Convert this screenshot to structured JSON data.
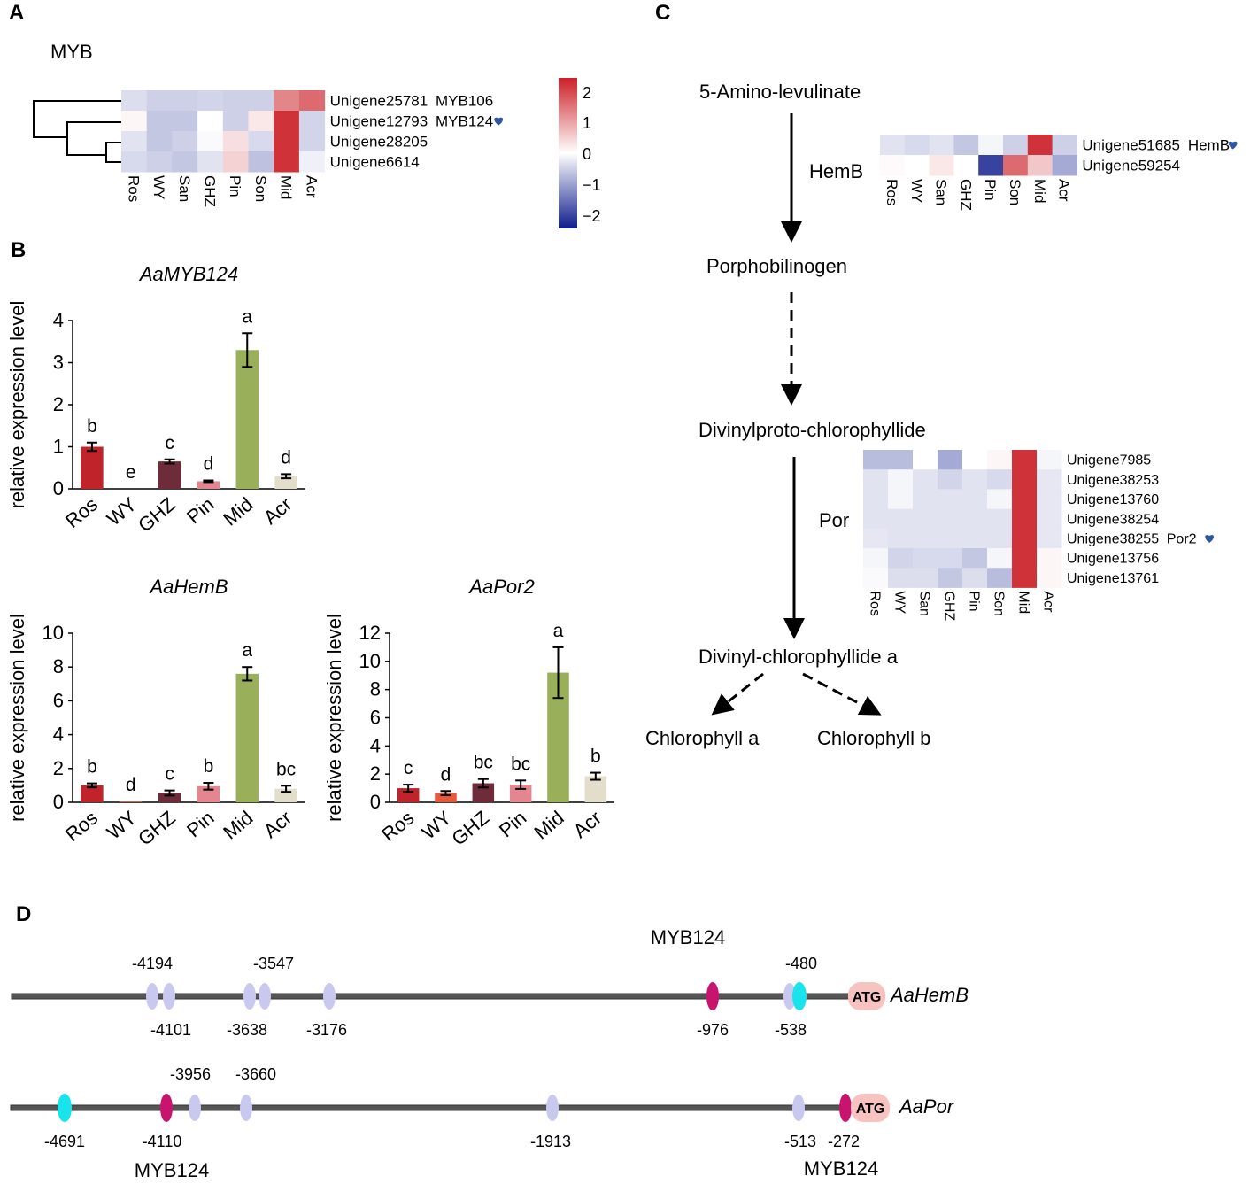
{
  "panels": {
    "A": {
      "letter": "A",
      "family": "MYB",
      "columns": [
        "Ros",
        "WY",
        "San",
        "GHZ",
        "Pin",
        "Son",
        "Mid",
        "Acr"
      ],
      "rows": [
        {
          "gene": "Unigene25781",
          "annotation": "MYB106",
          "marked": false,
          "values": [
            -0.35,
            -0.5,
            -0.5,
            -0.45,
            -0.5,
            -0.5,
            1.3,
            1.6
          ]
        },
        {
          "gene": "Unigene12793",
          "annotation": "MYB124",
          "marked": true,
          "values": [
            0.1,
            -0.6,
            -0.6,
            0.0,
            -0.5,
            0.25,
            2.2,
            -0.45
          ]
        },
        {
          "gene": "Unigene28205",
          "annotation": "",
          "marked": false,
          "values": [
            -0.3,
            -0.6,
            -0.5,
            -0.05,
            0.35,
            -0.4,
            2.2,
            -0.45
          ]
        },
        {
          "gene": "Unigene6614",
          "annotation": "",
          "marked": false,
          "values": [
            -0.4,
            -0.5,
            -0.6,
            -0.3,
            0.5,
            -0.65,
            2.2,
            -0.15
          ]
        }
      ],
      "colorbar": {
        "ticks": [
          "2",
          "1",
          "0",
          "−1",
          "−2"
        ],
        "min": -2.4,
        "max": 2.4,
        "colors": {
          "high": "#cb2027",
          "mid": "#ffffff",
          "low": "#0f1d8b"
        }
      }
    },
    "B": {
      "letter": "B",
      "ylabel": "relative expression level",
      "categories": [
        "Ros",
        "WY",
        "GHZ",
        "Pin",
        "Mid",
        "Acr"
      ],
      "bar_colors": [
        "#c0242a",
        "#e8583c",
        "#6e2b3a",
        "#e58590",
        "#9aaf5a",
        "#e3ddcb"
      ]
    },
    "C": {
      "letter": "C",
      "columns": [
        "Ros",
        "WY",
        "San",
        "GHZ",
        "Pin",
        "Son",
        "Mid",
        "Acr"
      ],
      "pathway": {
        "step1": "5-Amino-levulinate",
        "step2": "Porphobilinogen",
        "step3": "Divinylproto-chlorophyllide",
        "step4": "Divinyl-chlorophyllide a",
        "product_a": "Chlorophyll a",
        "product_b": "Chlorophyll b",
        "enzyme1": "HemB",
        "enzyme2": "Por"
      },
      "hemb_rows": [
        {
          "gene": "Unigene51685",
          "annotation": "HemB",
          "marked": true,
          "values": [
            -0.3,
            -0.4,
            -0.3,
            -0.6,
            -0.1,
            -0.5,
            2.2,
            -0.5
          ]
        },
        {
          "gene": "Unigene59254",
          "annotation": "",
          "marked": false,
          "values": [
            0.05,
            0.0,
            0.25,
            0.0,
            -2.0,
            1.6,
            0.6,
            -0.9
          ]
        }
      ],
      "por_rows": [
        {
          "gene": "Unigene7985",
          "annotation": "",
          "marked": false,
          "values": [
            -0.7,
            -0.7,
            0.0,
            -0.9,
            0.0,
            0.1,
            2.2,
            -0.1
          ]
        },
        {
          "gene": "Unigene38253",
          "annotation": "",
          "marked": false,
          "values": [
            -0.3,
            -0.1,
            -0.3,
            -0.45,
            -0.3,
            -0.4,
            2.2,
            -0.25
          ]
        },
        {
          "gene": "Unigene13760",
          "annotation": "",
          "marked": false,
          "values": [
            -0.3,
            -0.1,
            -0.3,
            -0.3,
            -0.3,
            -0.1,
            2.2,
            -0.25
          ]
        },
        {
          "gene": "Unigene38254",
          "annotation": "",
          "marked": false,
          "values": [
            -0.3,
            -0.3,
            -0.3,
            -0.3,
            -0.3,
            -0.3,
            2.2,
            -0.25
          ]
        },
        {
          "gene": "Unigene38255",
          "annotation": "Por2",
          "marked": true,
          "values": [
            -0.25,
            -0.3,
            -0.3,
            -0.3,
            -0.3,
            -0.3,
            2.2,
            -0.25
          ]
        },
        {
          "gene": "Unigene13756",
          "annotation": "",
          "marked": false,
          "values": [
            -0.1,
            -0.45,
            -0.4,
            -0.4,
            -0.6,
            -0.1,
            2.2,
            0.1
          ]
        },
        {
          "gene": "Unigene13761",
          "annotation": "",
          "marked": false,
          "values": [
            -0.05,
            -0.35,
            -0.35,
            -0.6,
            -0.35,
            -0.7,
            2.2,
            0.1
          ]
        }
      ]
    },
    "D": {
      "letter": "D",
      "top_label": "MYB124",
      "bottom_labels": [
        "MYB124",
        "MYB124"
      ],
      "atg": "ATG",
      "hemb_gene": "AaHemB",
      "por_gene": "AaPor",
      "hemb_labels_above": [
        "-4194",
        "-3547",
        "-480"
      ],
      "hemb_labels_below": [
        "-4101",
        "-3638",
        "-3176",
        "-976",
        "-538"
      ],
      "por_labels_above": [
        "-3956",
        "-3660"
      ],
      "por_labels_below": [
        "-4691",
        "-4110",
        "-1913",
        "-513",
        "-272"
      ],
      "element_colors": {
        "lavender": "#c9c9f0",
        "magenta": "#c8146e",
        "cyan": "#19e4ec"
      }
    }
  },
  "chart_data": [
    {
      "type": "bar",
      "title": "AaMYB124",
      "ylabel": "relative expression level",
      "categories": [
        "Ros",
        "WY",
        "GHZ",
        "Pin",
        "Mid",
        "Acr"
      ],
      "values": [
        1.0,
        0.0,
        0.65,
        0.18,
        3.3,
        0.3
      ],
      "errors": [
        0.1,
        0.0,
        0.05,
        0.02,
        0.4,
        0.05
      ],
      "significance": [
        "b",
        "e",
        "c",
        "d",
        "a",
        "d"
      ],
      "ylim": [
        0,
        4
      ],
      "yticks": [
        "0",
        "1",
        "2",
        "3",
        "4"
      ],
      "grid": false
    },
    {
      "type": "bar",
      "title": "AaHemB",
      "ylabel": "relative expression level",
      "categories": [
        "Ros",
        "WY",
        "GHZ",
        "Pin",
        "Mid",
        "Acr"
      ],
      "values": [
        1.0,
        0.05,
        0.55,
        0.95,
        7.6,
        0.8
      ],
      "errors": [
        0.12,
        0.0,
        0.15,
        0.2,
        0.4,
        0.18
      ],
      "significance": [
        "b",
        "d",
        "c",
        "b",
        "a",
        "bc"
      ],
      "ylim": [
        0,
        10
      ],
      "yticks": [
        "0",
        "2",
        "4",
        "6",
        "8",
        "10"
      ],
      "grid": false
    },
    {
      "type": "bar",
      "title": "AaPor2",
      "ylabel": "relative expression level",
      "categories": [
        "Ros",
        "WY",
        "GHZ",
        "Pin",
        "Mid",
        "Acr"
      ],
      "values": [
        1.0,
        0.65,
        1.35,
        1.25,
        9.2,
        1.85
      ],
      "errors": [
        0.25,
        0.15,
        0.3,
        0.3,
        1.8,
        0.25
      ],
      "significance": [
        "c",
        "d",
        "bc",
        "bc",
        "a",
        "b"
      ],
      "ylim": [
        0,
        12
      ],
      "yticks": [
        "0",
        "2",
        "4",
        "6",
        "8",
        "10",
        "12"
      ],
      "grid": false
    }
  ]
}
